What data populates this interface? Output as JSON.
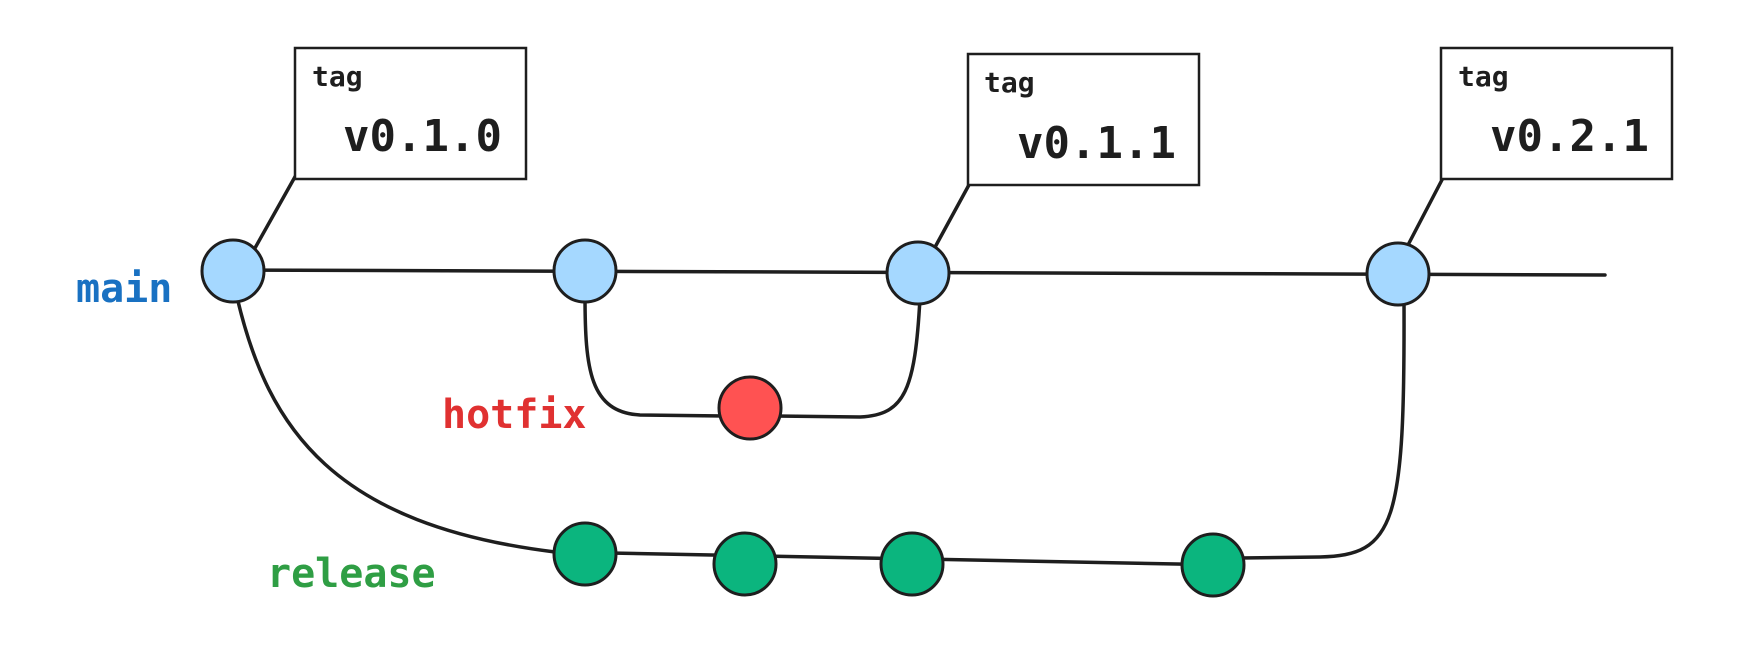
{
  "branches": {
    "main": {
      "label": "main",
      "color": "#1971c2",
      "node_color": "#a5d8ff"
    },
    "hotfix": {
      "label": "hotfix",
      "color": "#e03131",
      "node_color": "#ff5252"
    },
    "release": {
      "label": "release",
      "color": "#2f9e44",
      "node_color": "#0bb57e"
    }
  },
  "tags": [
    {
      "kicker": "tag",
      "version": "v0.1.0"
    },
    {
      "kicker": "tag",
      "version": "v0.1.1"
    },
    {
      "kicker": "tag",
      "version": "v0.2.1"
    }
  ],
  "commit_counts": {
    "main": 4,
    "hotfix": 1,
    "release": 4
  }
}
